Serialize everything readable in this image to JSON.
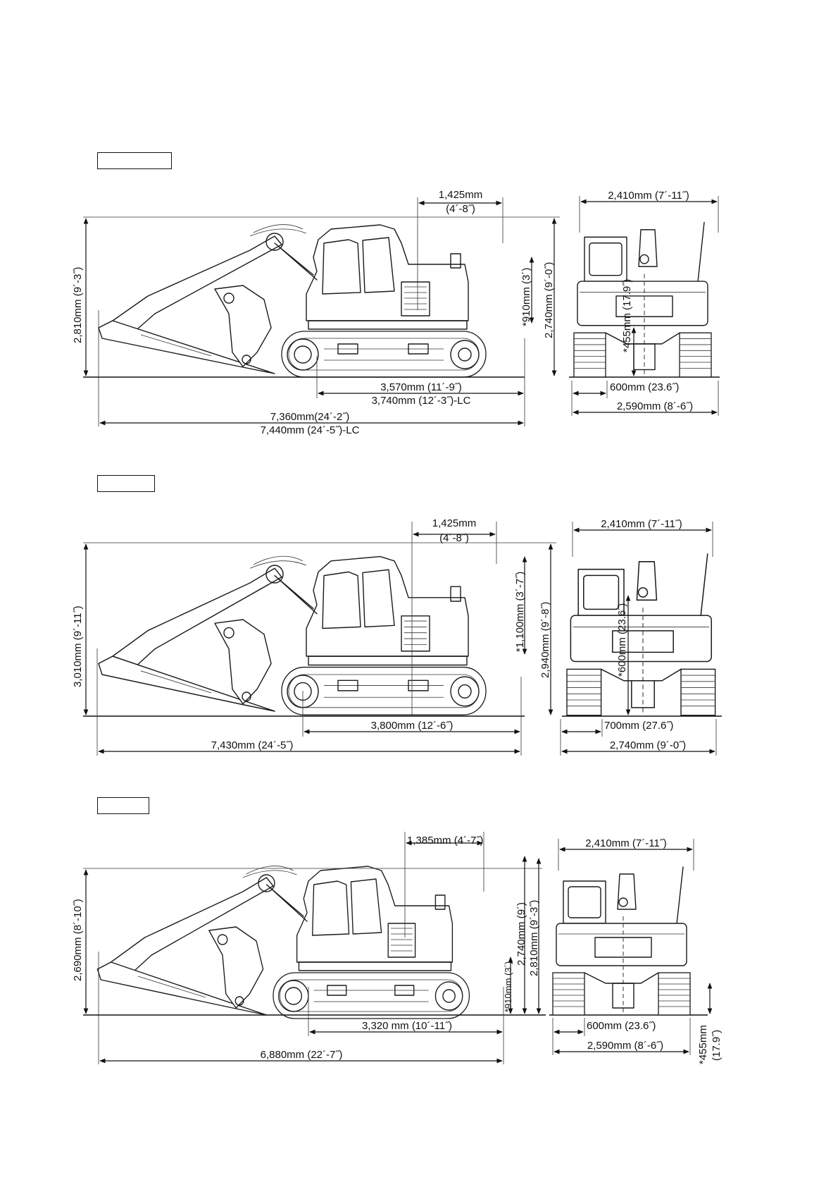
{
  "figures": [
    {
      "id": "fig1",
      "labels": {
        "top_offset": [
          "1,425mm",
          "(4´-8˝)"
        ],
        "front_width": "2,410mm (7´-11˝)",
        "overall_height": "2,810mm (9´-3˝)",
        "cab_height": "*910mm (3´)",
        "height_2": "2,740mm (9´-0˝)",
        "ground_clearance": "*455mm (17.9˝)",
        "track_length": "3,570mm (11´-9˝)",
        "track_length_lc": "3,740mm (12´-3˝)-LC",
        "overall_length": "7,360mm(24´-2˝)",
        "overall_length_lc": "7,440mm (24´-5˝)-LC",
        "shoe_width": "600mm (23.6˝)",
        "overall_width": "2,590mm (8´-6˝)"
      }
    },
    {
      "id": "fig2",
      "labels": {
        "top_offset": [
          "1,425mm",
          "(4´-8˝)"
        ],
        "front_width": "2,410mm (7´-11˝)",
        "overall_height": "3,010mm (9´-11˝)",
        "cab_height": "*1,100mm (3´-7˝)",
        "height_2": "2,940mm (9´-8˝)",
        "ground_clearance": "*600mm (23.6˝)",
        "track_length": "3,800mm (12´-6˝)",
        "overall_length": "7,430mm (24´-5˝)",
        "shoe_width": "700mm (27.6˝)",
        "overall_width": "2,740mm (9´-0˝)"
      }
    },
    {
      "id": "fig3",
      "labels": {
        "top_offset": "1,385mm (4´-7˝)",
        "front_width": "2,410mm (7´-11˝)",
        "overall_height": "2,690mm (8´-10˝)",
        "height_2": "2,740mm (9´)",
        "height_3": "2,810mm (9´-3˝)",
        "cab_height": "*910mm (3´)",
        "track_length": "3,320 mm (10´-11˝)",
        "overall_length": "6,880mm (22´-7˝)",
        "shoe_width": "600mm (23.6˝)",
        "overall_width": "2,590mm (8´-6˝)",
        "ground_clearance": [
          "*455mm",
          "(17.9˝)"
        ]
      }
    }
  ]
}
